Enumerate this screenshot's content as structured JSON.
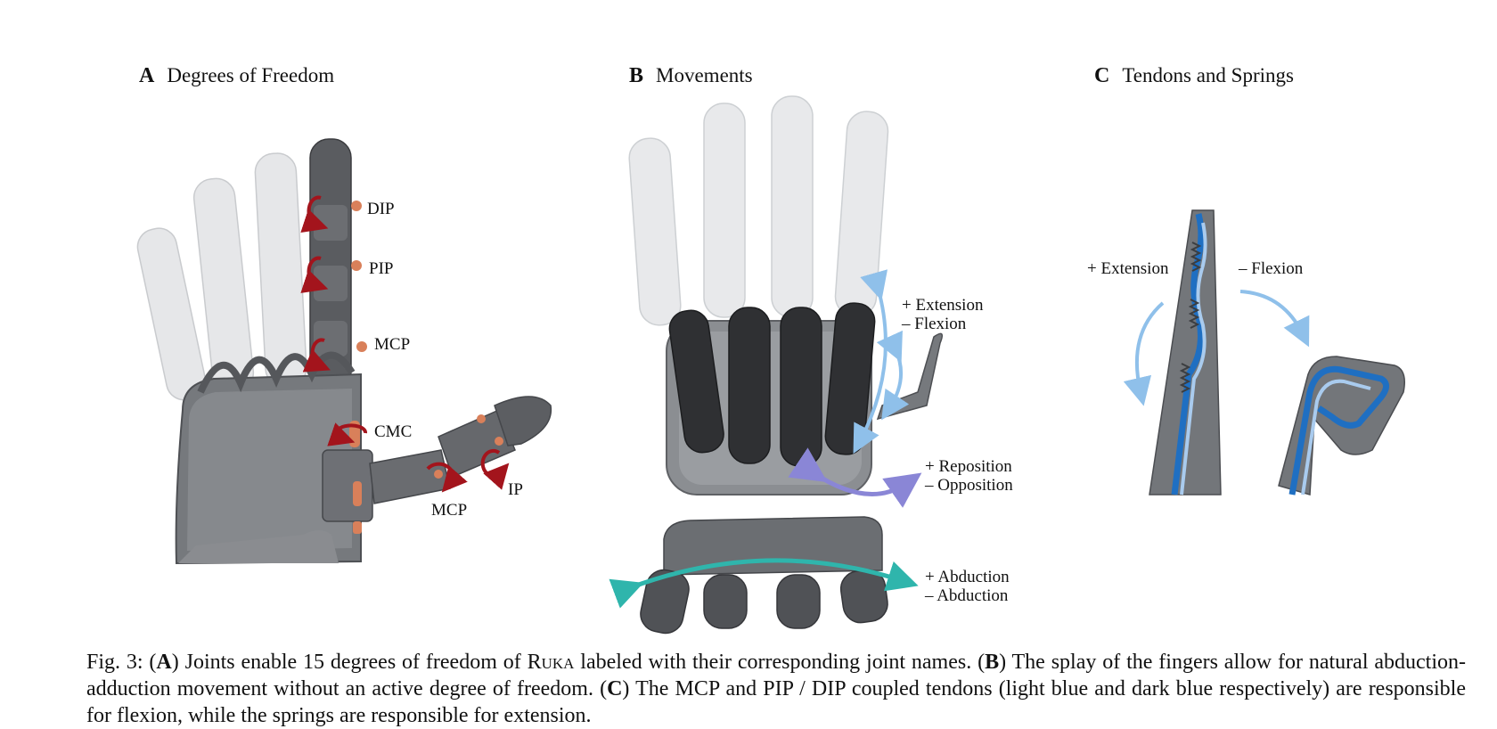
{
  "panels": {
    "a": {
      "letter": "A",
      "title": "Degrees of Freedom",
      "joints": {
        "dip": "DIP",
        "pip": "PIP",
        "mcp_finger": "MCP",
        "cmc": "CMC",
        "mcp_thumb": "MCP",
        "ip": "IP"
      }
    },
    "b": {
      "letter": "B",
      "title": "Movements",
      "extension": "+ Extension",
      "flexion": "– Flexion",
      "reposition": "+ Reposition",
      "opposition": "– Opposition",
      "abduction_plus": "+ Abduction",
      "abduction_minus": "– Abduction"
    },
    "c": {
      "letter": "C",
      "title": "Tendons and Springs",
      "extension": "+ Extension",
      "flexion": "– Flexion"
    }
  },
  "caption": {
    "prefix": "Fig. 3: (",
    "a_letter": "A",
    "a_text": ") Joints enable 15 degrees of freedom of ",
    "robot_name": "Ruka",
    "a_text2": " labeled with their corresponding joint names. (",
    "b_letter": "B",
    "b_text": ") The splay of the fingers allow for natural abduction-adduction movement without an active degree of freedom. (",
    "c_letter": "C",
    "c_text": ") The MCP and PIP / DIP coupled tendons (light blue and dark blue respectively) are responsible for flexion, while the springs are responsible for extension."
  },
  "colors": {
    "joint_arrow": "#a3141c",
    "joint_pin": "#d9805a",
    "flexion_arrow": "#8fc0ea",
    "opposition_arrow": "#8a86d6",
    "abduction_arrow": "#2fb5ac",
    "tendon_dark": "#1f6fc2",
    "tendon_light": "#a9cbee",
    "hand_dark": "#4d4f52",
    "hand_mid": "#7d8084",
    "hand_ghost": "#e3e4e6"
  }
}
